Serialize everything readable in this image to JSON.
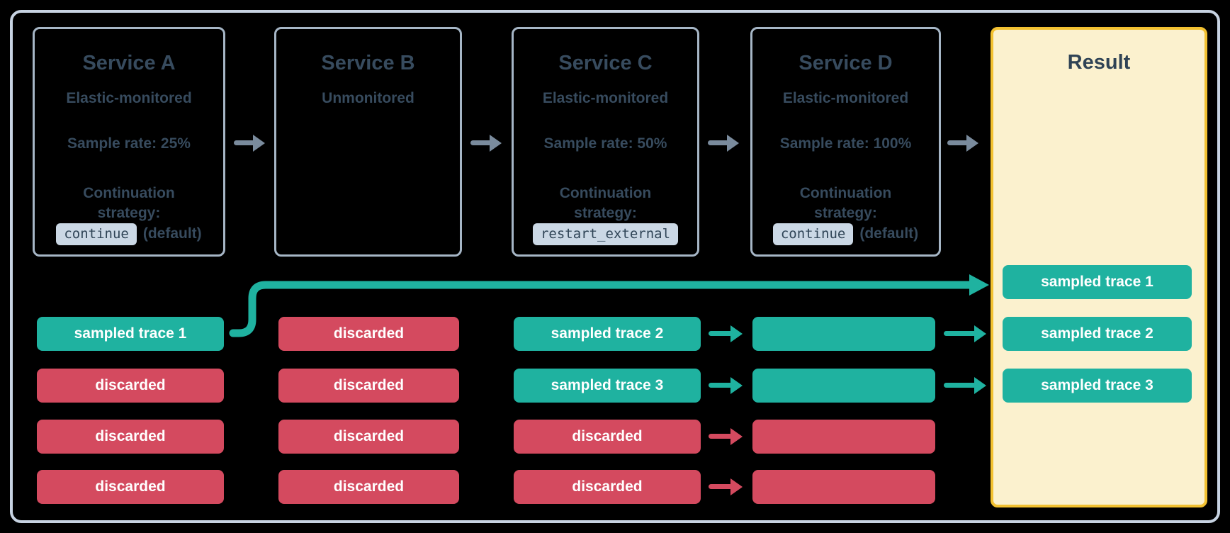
{
  "colors": {
    "background": "#000000",
    "frame_border": "#C7D3E2",
    "service_box_border": "#A6B6C6",
    "text_dark_slate": "#374B5E",
    "code_chip_bg": "#CBD8E5",
    "result_bg": "#FBF1CE",
    "result_border": "#F2C131",
    "sampled_teal": "#1FB2A0",
    "discarded_red": "#D44A5F",
    "flow_arrow_gray": "#7A8B9D"
  },
  "icons": {
    "flow_arrow": "right-arrow"
  },
  "services": [
    {
      "title": "Service A",
      "monitoring": "Elastic-monitored",
      "sample_rate": "Sample rate: 25%",
      "continuation_line1": "Continuation",
      "continuation_line2": "strategy:",
      "strategy_code": "continue",
      "strategy_suffix": "(default)"
    },
    {
      "title": "Service B",
      "monitoring": "Unmonitored"
    },
    {
      "title": "Service C",
      "monitoring": "Elastic-monitored",
      "sample_rate": "Sample rate: 50%",
      "continuation_line1": "Continuation",
      "continuation_line2": "strategy:",
      "strategy_code": "restart_external"
    },
    {
      "title": "Service D",
      "monitoring": "Elastic-monitored",
      "sample_rate": "Sample rate: 100%",
      "continuation_line1": "Continuation",
      "continuation_line2": "strategy:",
      "strategy_code": "continue",
      "strategy_suffix": "(default)"
    }
  ],
  "result": {
    "title": "Result",
    "rows": [
      {
        "label": "sampled trace 1",
        "status": "sampled"
      },
      {
        "label": "sampled trace 2",
        "status": "sampled"
      },
      {
        "label": "sampled trace 3",
        "status": "sampled"
      }
    ]
  },
  "columns": {
    "a": {
      "rows": [
        {
          "label": "sampled trace 1",
          "status": "sampled"
        },
        {
          "label": "discarded",
          "status": "discarded"
        },
        {
          "label": "discarded",
          "status": "discarded"
        },
        {
          "label": "discarded",
          "status": "discarded"
        }
      ]
    },
    "b": {
      "rows": [
        {
          "label": "discarded",
          "status": "discarded"
        },
        {
          "label": "discarded",
          "status": "discarded"
        },
        {
          "label": "discarded",
          "status": "discarded"
        },
        {
          "label": "discarded",
          "status": "discarded"
        }
      ]
    },
    "c": {
      "rows": [
        {
          "label": "sampled trace 2",
          "status": "sampled"
        },
        {
          "label": "sampled trace 3",
          "status": "sampled"
        },
        {
          "label": "discarded",
          "status": "discarded"
        },
        {
          "label": "discarded",
          "status": "discarded"
        }
      ]
    },
    "d": {
      "rows": [
        {
          "label": "",
          "status": "sampled"
        },
        {
          "label": "",
          "status": "sampled"
        },
        {
          "label": "",
          "status": "discarded"
        },
        {
          "label": "",
          "status": "discarded"
        }
      ]
    }
  }
}
